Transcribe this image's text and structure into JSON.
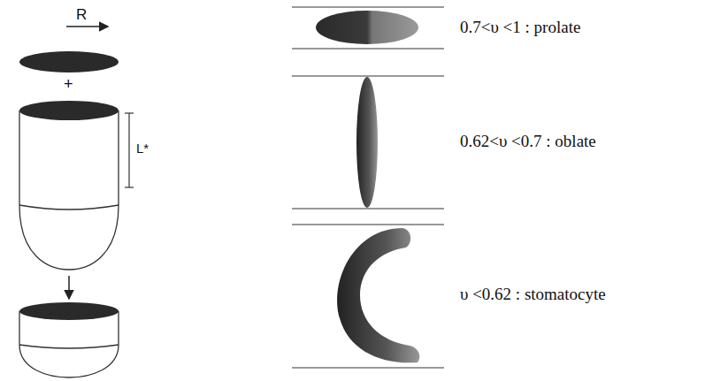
{
  "diagram": {
    "labels": [
      "R",
      "+",
      "L*",
      "0.7<υ <1 : prolate",
      "0.62<υ <0.7 : oblate",
      "υ <0.62 : stomatocyte"
    ]
  }
}
